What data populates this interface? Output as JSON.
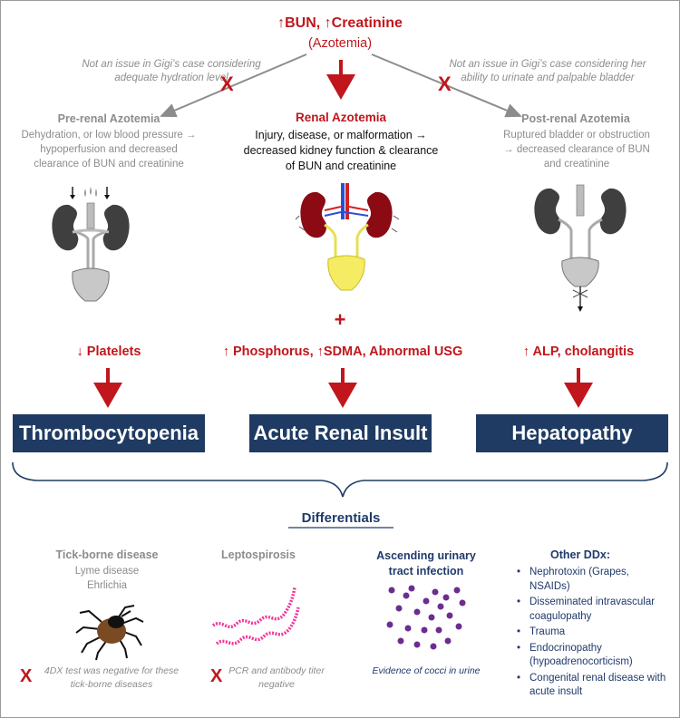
{
  "top": {
    "title": "↑BUN, ↑Creatinine",
    "subtitle": "(Azotemia)"
  },
  "notes": {
    "left": "Not an issue in Gigi’s case considering adequate hydration level",
    "right": "Not an issue in Gigi’s case considering her ability to urinate and palpable bladder"
  },
  "prerenal": {
    "title": "Pre-renal Azotemia",
    "desc": "Dehydration, or low blood pressure → hypoperfusion and decreased clearance of BUN and creatinine"
  },
  "renal": {
    "title": "Renal Azotemia",
    "desc": "Injury, disease, or malformation → decreased kidney function & clearance of BUN and creatinine"
  },
  "postrenal": {
    "title": "Post-renal Azotemia",
    "desc": "Ruptured bladder or obstruction → decreased clearance of BUN and creatinine"
  },
  "plus": "+",
  "findings": {
    "left": "↓ Platelets",
    "middle": "↑ Phosphorus, ↑SDMA, Abnormal USG",
    "right": "↑ ALP, cholangitis"
  },
  "boxes": {
    "left": "Thrombocytopenia",
    "middle": "Acute Renal Insult",
    "right": "Hepatopathy"
  },
  "differentials": {
    "heading": "Differentials",
    "tick": {
      "title": "Tick-borne disease",
      "items": [
        "Lyme disease",
        "Ehrlichia"
      ],
      "note": "4DX test was negative for these tick-borne diseases"
    },
    "lepto": {
      "title": "Leptospirosis",
      "note": "PCR and antibody titer negative"
    },
    "uti": {
      "title": "Ascending urinary tract infection",
      "note": "Evidence of cocci in urine"
    },
    "other": {
      "title": "Other DDx:",
      "items": [
        "Nephrotoxin (Grapes, NSAIDs)",
        "Disseminated intravascular coagulopathy",
        "Trauma",
        "Endocrinopathy (hypoadrenocorticism)",
        "Congenital renal disease with acute insult"
      ]
    }
  },
  "x_mark": "X",
  "colors": {
    "red": "#c0161c",
    "navy": "#1f3b63",
    "gray": "#8c8c8c",
    "kidney_dark": "#8b0a14",
    "pink": "#f0359a",
    "purple": "#6b2e8f"
  }
}
